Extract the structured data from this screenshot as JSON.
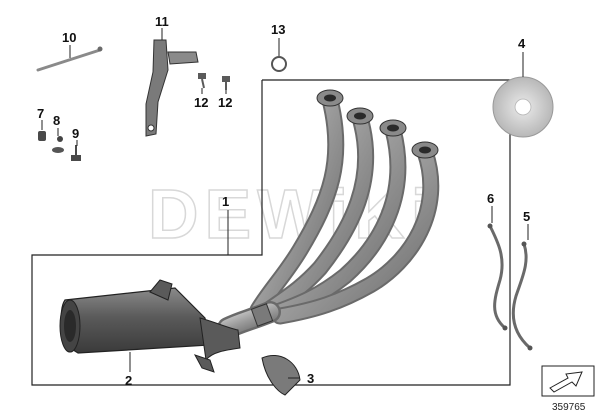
{
  "diagram": {
    "watermark": "DEWiKi",
    "document_number": "359765",
    "callouts": [
      {
        "id": "c1",
        "label": "1"
      },
      {
        "id": "c2",
        "label": "2"
      },
      {
        "id": "c3",
        "label": "3"
      },
      {
        "id": "c4",
        "label": "4"
      },
      {
        "id": "c5",
        "label": "5"
      },
      {
        "id": "c6",
        "label": "6"
      },
      {
        "id": "c7",
        "label": "7"
      },
      {
        "id": "c8",
        "label": "8"
      },
      {
        "id": "c9",
        "label": "9"
      },
      {
        "id": "c10",
        "label": "10"
      },
      {
        "id": "c11",
        "label": "11"
      },
      {
        "id": "c12a",
        "label": "12"
      },
      {
        "id": "c12b",
        "label": "12"
      },
      {
        "id": "c13",
        "label": "13"
      }
    ],
    "icons": {
      "direction_marker": "direction-arrow-icon"
    },
    "colors": {
      "line": "#222222",
      "metal_dark": "#6a6a6a",
      "metal_mid": "#9a9a9a",
      "metal_light": "#c9c9c9",
      "watermark": "#d8d8d8"
    }
  }
}
